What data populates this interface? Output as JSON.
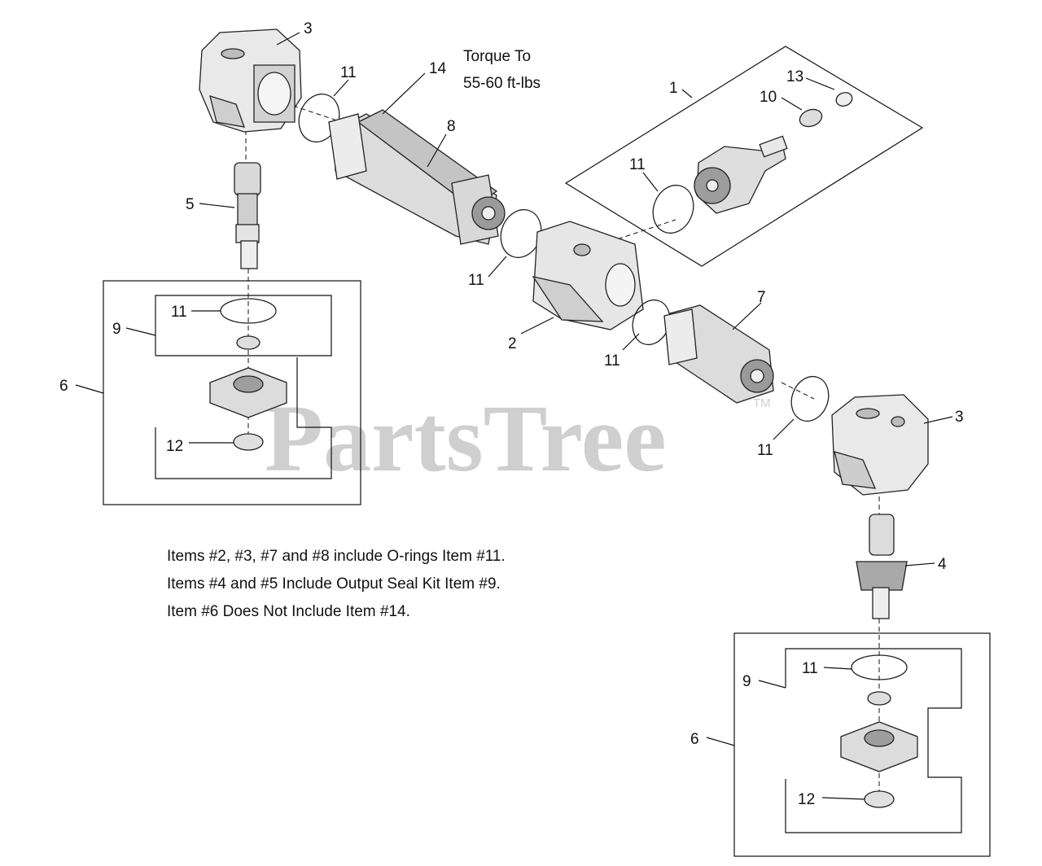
{
  "watermark": {
    "brand": "PartsTree",
    "trademark": "TM"
  },
  "torque_note": {
    "line1": "Torque To",
    "line2": "55-60 ft-lbs"
  },
  "notes": [
    "Items #2, #3, #7 and #8 include O-rings Item #11.",
    "Items #4 and #5 Include Output Seal Kit Item #9.",
    "Item #6 Does Not Include Item #14."
  ],
  "callouts": {
    "c1": "1",
    "c2": "2",
    "c3_top": "3",
    "c3_right": "3",
    "c4": "4",
    "c5": "5",
    "c6_left": "6",
    "c6_right": "6",
    "c7": "7",
    "c8": "8",
    "c9_left": "9",
    "c9_right": "9",
    "c10": "10",
    "c11_top": "11",
    "c11_kit1": "11",
    "c11_mid": "11",
    "c11_housing": "11",
    "c11_right": "11",
    "c11_seal_left": "11",
    "c11_seal_right": "11",
    "c12_left": "12",
    "c12_right": "12",
    "c13": "13",
    "c14": "14"
  }
}
